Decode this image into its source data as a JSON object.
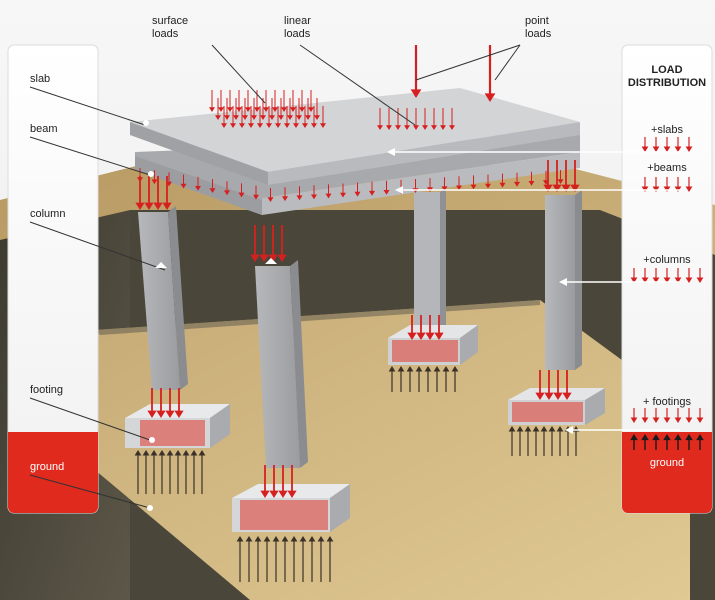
{
  "labels": {
    "surface_loads": [
      "surface",
      "loads"
    ],
    "linear_loads": [
      "linear",
      "loads"
    ],
    "point_loads": [
      "point",
      "loads"
    ],
    "slab": "slab",
    "beam": "beam",
    "column": "column",
    "footing": "footing",
    "ground": "ground"
  },
  "distribution_panel": {
    "title": [
      "LOAD",
      "DISTRIBUTION"
    ],
    "slabs": "+slabs",
    "beams": "+beams",
    "columns": "+columns",
    "footings": "+ footings",
    "ground": "ground"
  },
  "colors": {
    "arrow_red": "#d62020",
    "ground_red": "#e02a1e",
    "concrete": "#c9cacc",
    "soil": "#c8ae7a"
  }
}
